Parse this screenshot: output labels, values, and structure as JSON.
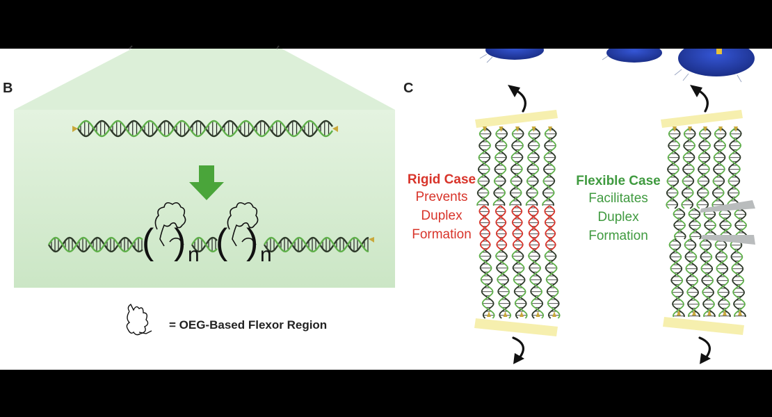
{
  "panels": {
    "b": {
      "letter": "B"
    },
    "c": {
      "letter": "C"
    }
  },
  "panel_b": {
    "repeat_subscript": "n",
    "open_paren": "(",
    "close_paren": ")"
  },
  "legend": {
    "text": "= OEG-Based Flexor Region",
    "icon": "oeg-flexor-squiggle-icon"
  },
  "rigid_case": {
    "title": "Rigid Case",
    "lines": [
      "Prevents",
      "Duplex",
      "Formation"
    ]
  },
  "flexible_case": {
    "title": "Flexible Case",
    "lines": [
      "Facilitates",
      "Duplex",
      "Formation"
    ]
  },
  "colors": {
    "helix_dark": "#2e3a2a",
    "helix_green": "#5fb04a",
    "rigid_red": "#d8342a",
    "flex_green": "#3f9a3f",
    "plate": "#f6efae",
    "panel_bg": "#d6ecd2",
    "arrow_green": "#4aa53a",
    "blue_blob": "#2a48b8"
  }
}
